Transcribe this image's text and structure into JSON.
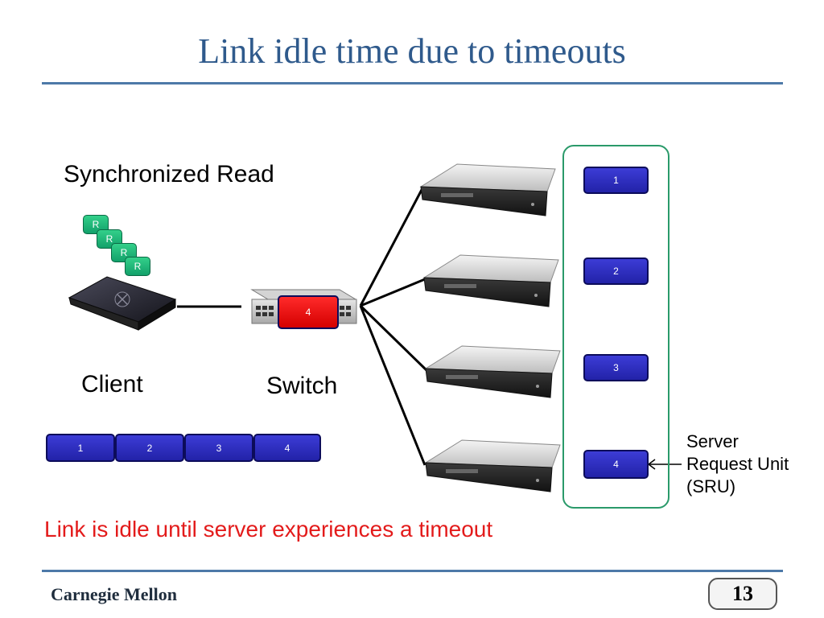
{
  "title": "Link idle time due to timeouts",
  "labels": {
    "synchronized_read": "Synchronized Read",
    "client": "Client",
    "switch": "Switch",
    "sru": [
      "Server",
      "Request Unit",
      "(SRU)"
    ]
  },
  "request_tags": [
    "R",
    "R",
    "R",
    "R"
  ],
  "link_blocks": [
    "1",
    "2",
    "3",
    "4"
  ],
  "switch_buffer_block": "4",
  "sru_blocks": [
    "1",
    "2",
    "3",
    "4"
  ],
  "caption": "Link is idle until server experiences a timeout",
  "footer": {
    "logo": "Carnegie Mellon",
    "page_number": "13"
  },
  "colors": {
    "title": "#2f5a8c",
    "caption": "#e31b1b",
    "block_blue": "#2a2abf",
    "block_red": "#e00000",
    "request_green": "#1fb07a",
    "sru_border": "#2a9a6a"
  },
  "icons": [
    "client-server-icon",
    "network-switch-icon",
    "rack-server-icon"
  ]
}
